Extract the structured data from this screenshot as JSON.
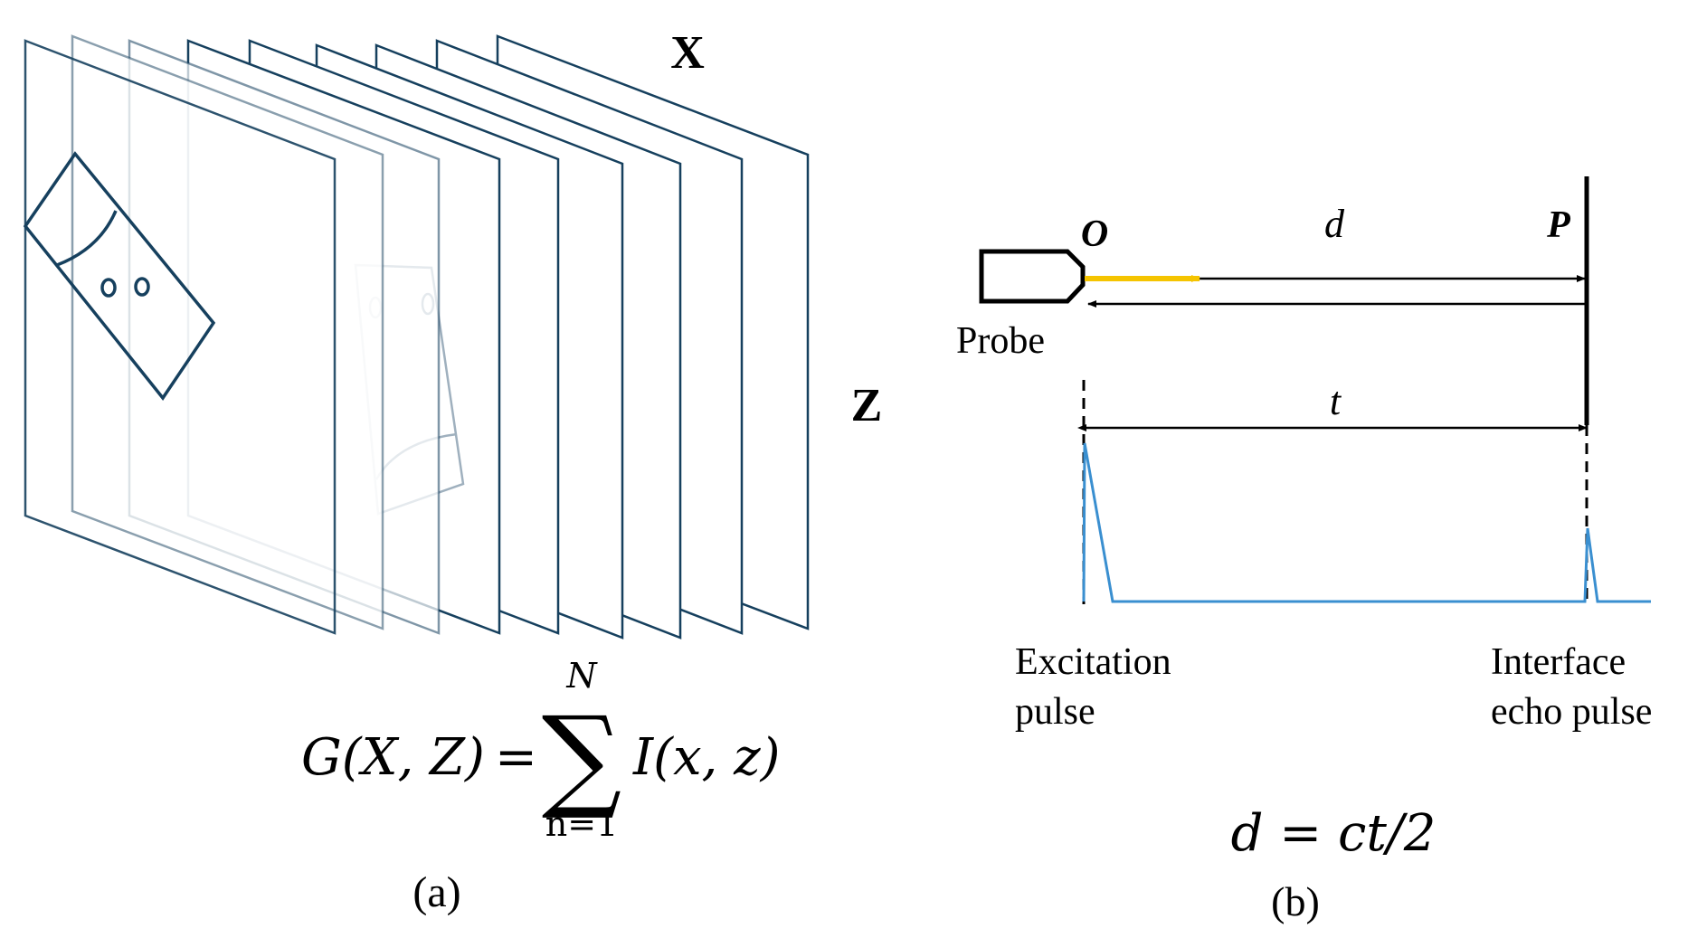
{
  "panel_a": {
    "axis_x_label": "X",
    "axis_z_label": "Z",
    "equation": {
      "lhs": "G(X, Z)",
      "equals": "=",
      "sum_symbol": "∑",
      "upper_limit": "N",
      "lower_limit": "n=1",
      "summand": "I(x, z)"
    },
    "caption": "(a)",
    "colors": {
      "frame": "#16405e"
    }
  },
  "panel_b": {
    "label_origin": "O",
    "label_point": "P",
    "label_distance": "d",
    "label_time": "t",
    "probe_label": "Probe",
    "excitation_label_line1": "Excitation",
    "excitation_label_line2": "pulse",
    "echo_label_line1": "Interface",
    "echo_label_line2": "echo pulse",
    "formula": "d = ct/2",
    "caption": "(b)",
    "colors": {
      "signal": "#3a8fd0",
      "beam": "#f5c400",
      "line": "#000000"
    }
  }
}
